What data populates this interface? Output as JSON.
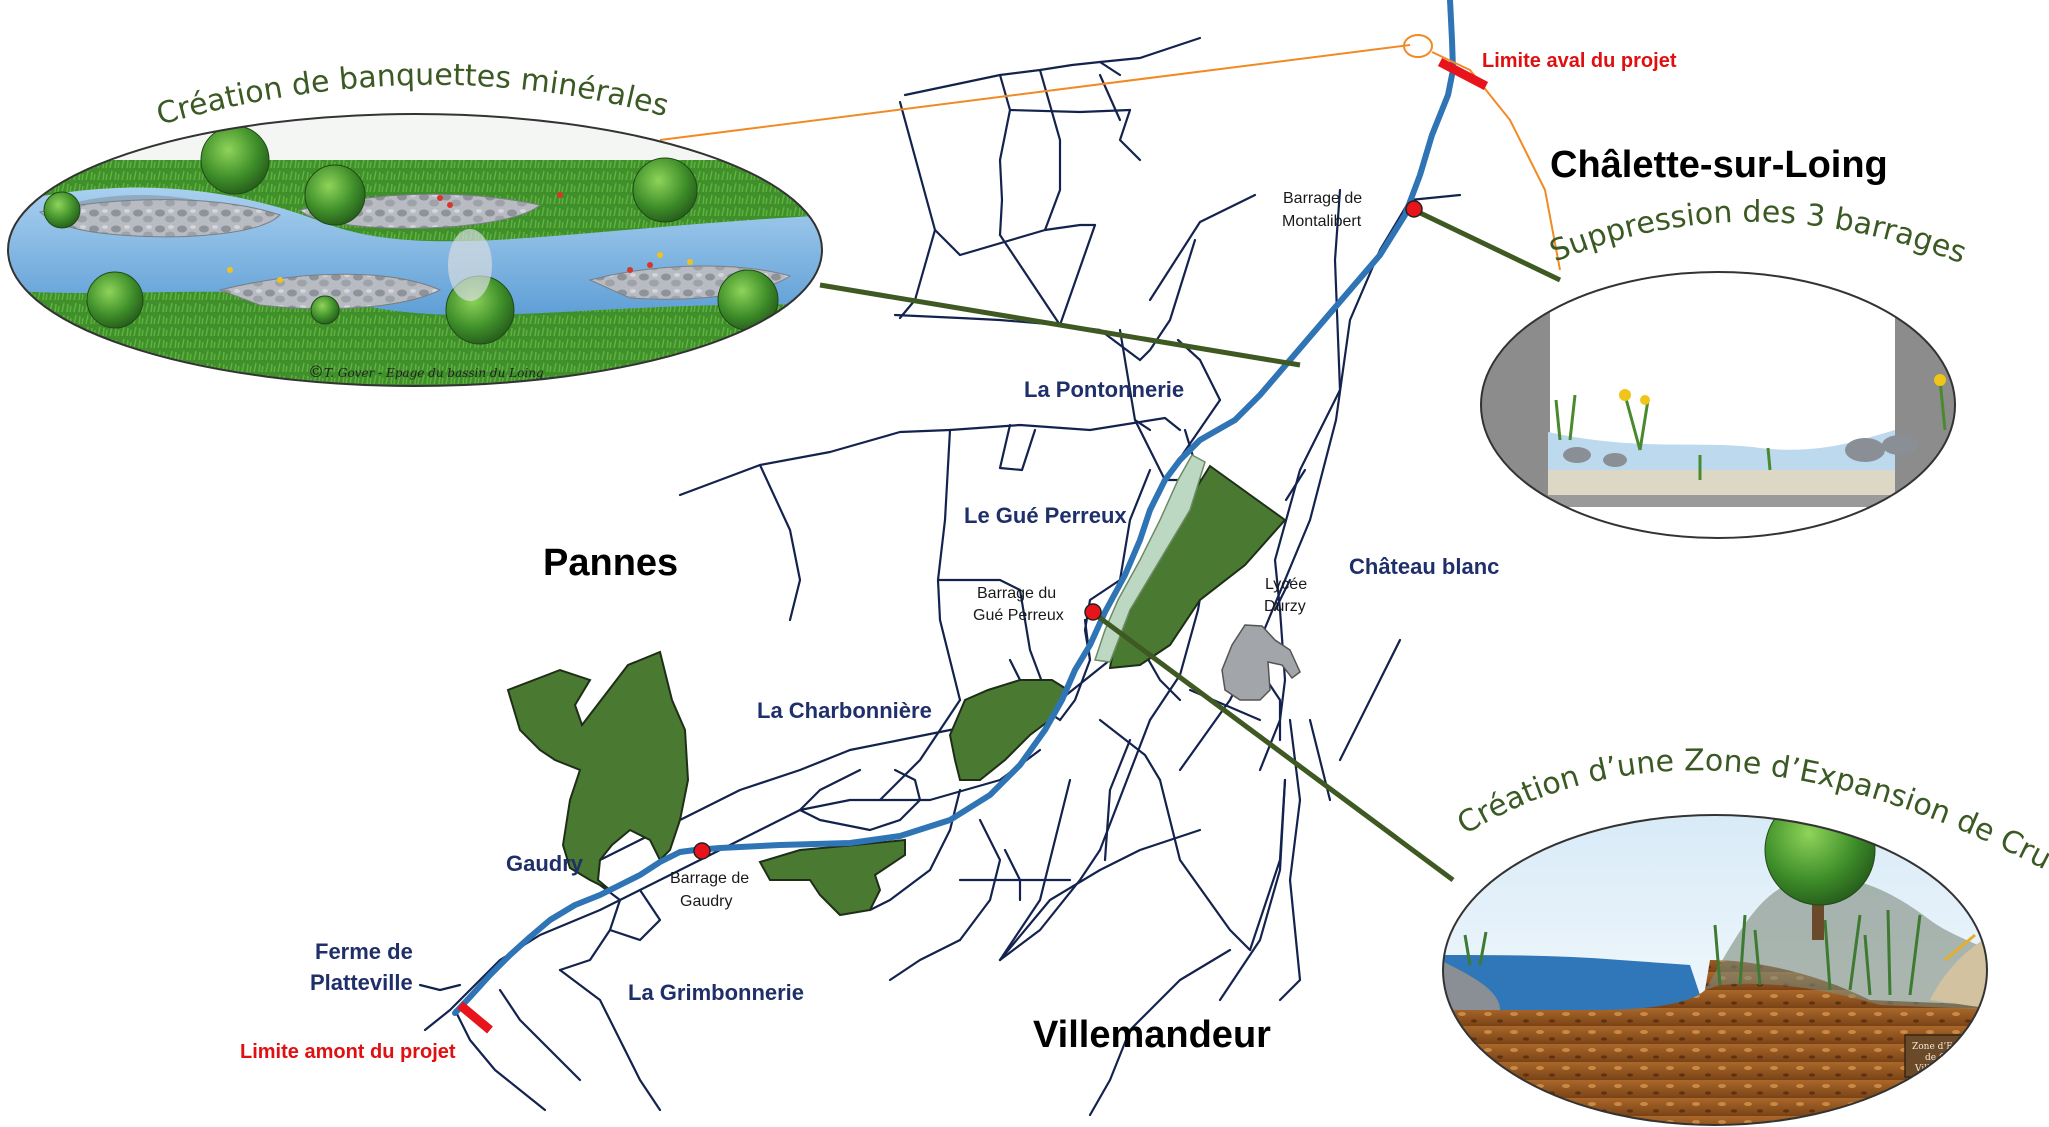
{
  "towns": {
    "chalette": "Châlette-sur-Loing",
    "pannes": "Pannes",
    "villemandeur": "Villemandeur"
  },
  "places": {
    "pontonnerie": "La Pontonnerie",
    "gue_perreux": "Le Gué Perreux",
    "chateau_blanc": "Château blanc",
    "charbonniere": "La Charbonnière",
    "gaudry": "Gaudry",
    "ferme_line1": "Ferme de",
    "ferme_line2": "Platteville",
    "grimbonnerie": "La Grimbonnerie"
  },
  "dams": {
    "montalibert_line1": "Barrage de",
    "montalibert_line2": "Montalibert",
    "gue_line1": "Barrage du",
    "gue_line2": "Gué Perreux",
    "gaudry_line1": "Barrage de",
    "gaudry_line2": "Gaudry"
  },
  "school": {
    "line1": "Lycée",
    "line2": "Durzy"
  },
  "limits": {
    "downstream": "Limite aval du projet",
    "upstream": "Limite amont du projet"
  },
  "insets": {
    "banquettes_title": "Création de banquettes minérales",
    "banquettes_credit": "T. Gover - Epage du bassin du Loing",
    "barrages_title": "Suppression des 3 barrages",
    "zec_title": "Création d’une Zone d’Expansion de Crue",
    "zec_sign_line1": "Zone d’Expansion",
    "zec_sign_line2": "de Crue de",
    "zec_sign_line3": "Villemandeur"
  },
  "colors": {
    "river": "#2f74b5",
    "roads": "#14234e",
    "wetland": "#4a7a32",
    "dam_marker": "#e8141c",
    "limit_marker": "#e8141c",
    "connector_orange": "#f08a24",
    "connector_green": "#3e5a22",
    "title_text": "#3b5a23",
    "place_text": "#1f2f6a"
  }
}
